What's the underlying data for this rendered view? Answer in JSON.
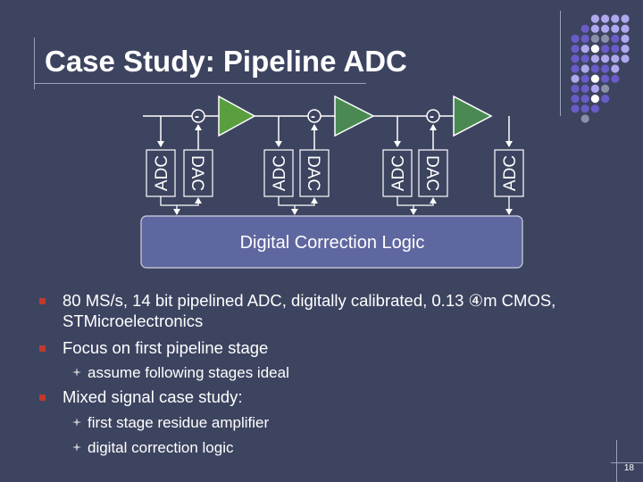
{
  "slide": {
    "title": "Case Study: Pipeline ADC",
    "page_number": "18"
  },
  "diagram": {
    "blocks": {
      "adc": "ADC",
      "dac": "DAC"
    },
    "minus_sign": "-",
    "digital_correction_label": "Digital Correction Logic",
    "colors": {
      "amp_first": "#5a9e3f",
      "amp_rest": "#4a8a52",
      "dcl_fill": "#5f67a0",
      "block_fill": "#3d4460"
    }
  },
  "bullets": [
    {
      "text_line1": "80 MS/s, 14 bit pipelined ADC,  digitally calibrated, 0.13 ④m CMOS,",
      "text_line2": "STMicroelectronics",
      "sub": []
    },
    {
      "text_line1": "Focus on first pipeline stage",
      "sub": [
        "assume following stages ideal"
      ]
    },
    {
      "text_line1": "Mixed signal case study:",
      "sub": [
        "first stage residue amplifier",
        "digital correction logic"
      ]
    }
  ],
  "decor": {
    "dot_colors": [
      "#b0a8ee",
      "#6a5cc8",
      "#8a90a8",
      "#ffffff"
    ]
  }
}
